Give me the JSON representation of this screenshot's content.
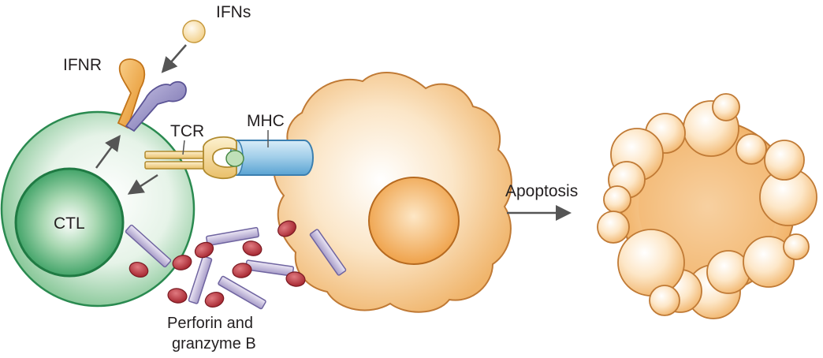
{
  "labels": {
    "ifns": "IFNs",
    "ifnr": "IFNR",
    "tcr": "TCR",
    "mhc": "MHC",
    "ctl": "CTL",
    "apoptosis": "Apoptosis",
    "perforin_line1": "Perforin and",
    "perforin_line2": "granzyme B"
  },
  "colors": {
    "ctl_green": "#2d9a5a",
    "ctl_fill": "#e8f5ea",
    "target_orange": "#f1b56e",
    "granule_red": "#b8303a",
    "perforin_lilac": "#c9bfe0",
    "tcr_yellow": "#f2d58a",
    "mhc_blue": "#8cc3e6",
    "ifnr_orange": "#f2a13b",
    "ifnr_purple": "#8d86c0",
    "arrow_grey": "#555555"
  }
}
